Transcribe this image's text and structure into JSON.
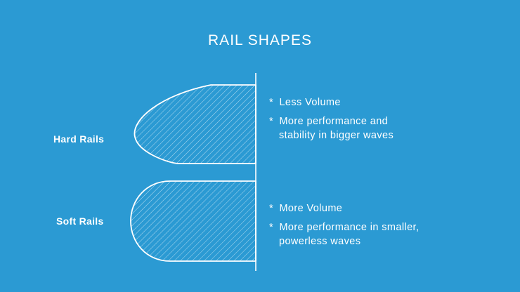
{
  "title": "RAIL SHAPES",
  "colors": {
    "background": "#2b9ad3",
    "line": "#ffffff"
  },
  "rails": [
    {
      "label": "Hard Rails",
      "notes": [
        {
          "marker": "*",
          "lines": [
            "Less Volume"
          ]
        },
        {
          "marker": "*",
          "lines": [
            "More performance and",
            "stability in bigger waves"
          ]
        }
      ]
    },
    {
      "label": "Soft Rails",
      "notes": [
        {
          "marker": "*",
          "lines": [
            "More Volume"
          ]
        },
        {
          "marker": "*",
          "lines": [
            "More performance in smaller,",
            "powerless waves"
          ]
        }
      ]
    }
  ]
}
